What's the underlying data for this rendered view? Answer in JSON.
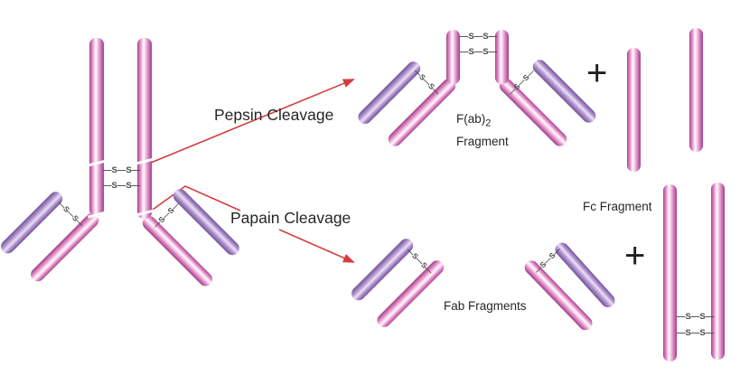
{
  "labels": {
    "pepsin_cleavage": "Pepsin Cleavage",
    "papain_cleavage": "Papain Cleavage",
    "fab2_name": "F(ab)",
    "fab2_subscript": "2",
    "fab2_word": "Fragment",
    "fab_fragments": "Fab Fragments",
    "fc_fragment": "Fc Fragment",
    "plus_pepsin": "+",
    "plus_papain": "+",
    "disulfide_bond": "—S—S—"
  },
  "colors": {
    "background": "#ffffff",
    "arrow_red": "#d43d3d",
    "rod_pink_dark": "#a04489",
    "rod_pink_light": "#fdf6fb",
    "rod_purple_dark": "#6f4f97",
    "rod_purple_light": "#ece3f5",
    "label_text": "#262626",
    "bond_text": "#4a4a4a"
  }
}
